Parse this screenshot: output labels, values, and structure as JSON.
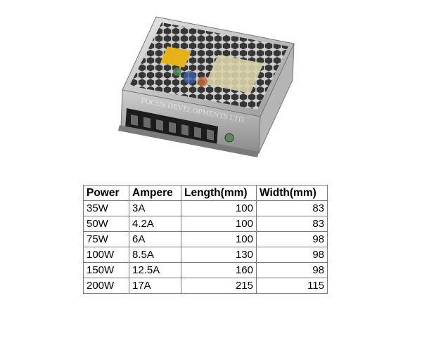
{
  "photo": {
    "subject": "enclosed switching power supply",
    "watermark": "FOCUS DEVELOPMENTS LTD"
  },
  "table": {
    "headers": [
      "Power",
      "Ampere",
      "Length(mm)",
      "Width(mm)"
    ],
    "rows": [
      [
        "35W",
        "3A",
        "100",
        "83"
      ],
      [
        "50W",
        "4.2A",
        "100",
        "83"
      ],
      [
        "75W",
        "6A",
        "100",
        "98"
      ],
      [
        "100W",
        "8.5A",
        "130",
        "98"
      ],
      [
        "150W",
        "12.5A",
        "160",
        "98"
      ],
      [
        "200W",
        "17A",
        "215",
        "115"
      ]
    ]
  }
}
